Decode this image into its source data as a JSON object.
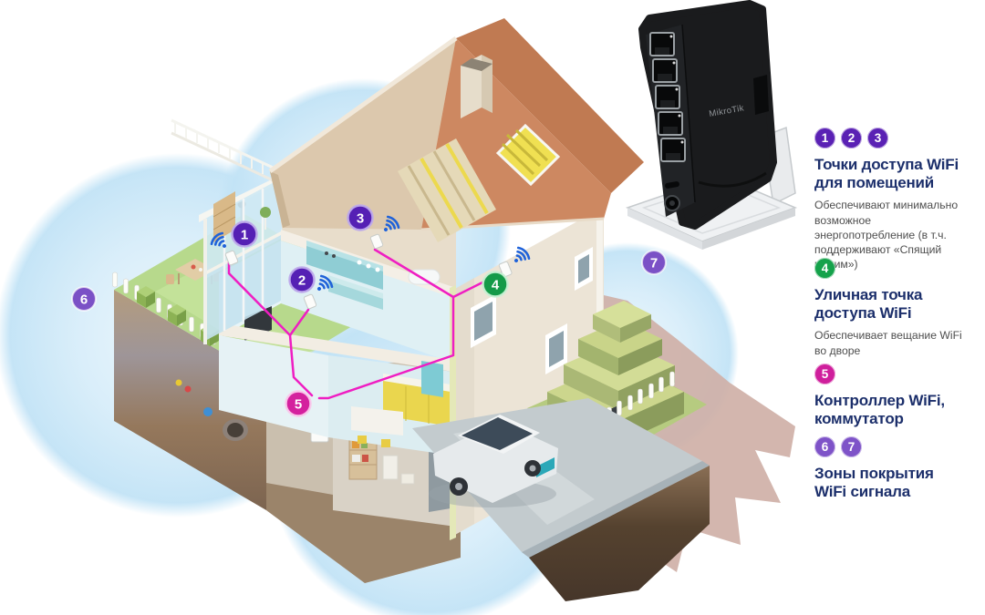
{
  "legend": {
    "items": [
      {
        "badges": [
          "1",
          "2",
          "3"
        ],
        "color": "#5a21b4",
        "title": "Точки доступа WiFi для помещений",
        "description": "Обеспечивают минимально возможное энергопотребление (в т.ч. поддерживают «Спящий режим»)"
      },
      {
        "badges": [
          "4"
        ],
        "color": "#15a24b",
        "title": "Уличная точка доступа WiFi",
        "description": "Обеспечивает вещание WiFi во дворе"
      },
      {
        "badges": [
          "5"
        ],
        "color": "#cf1f9c",
        "title": "Контроллер WiFi, коммутатор"
      },
      {
        "badges": [
          "6",
          "7"
        ],
        "color": "#7e53c8",
        "title": "Зоны покрытия WiFi сигнала"
      }
    ]
  },
  "scene": {
    "markers": [
      {
        "label": "1",
        "color": "#5520b4"
      },
      {
        "label": "2",
        "color": "#5520b4"
      },
      {
        "label": "3",
        "color": "#5520b4"
      },
      {
        "label": "4",
        "color": "#149a48"
      },
      {
        "label": "5",
        "color": "#d4219e"
      },
      {
        "label": "6",
        "color": "#7b51c6"
      },
      {
        "label": "7",
        "color": "#7b51c6"
      }
    ],
    "icons": {
      "wifi_icon": "wifi-arcs"
    },
    "wifi_color": "#1f62d9",
    "cable_color": "#ef1ec2",
    "zone_color": "#cfe8f7",
    "blob_color": "#cfb0a7"
  },
  "router": {
    "brand": "MikroTik"
  }
}
